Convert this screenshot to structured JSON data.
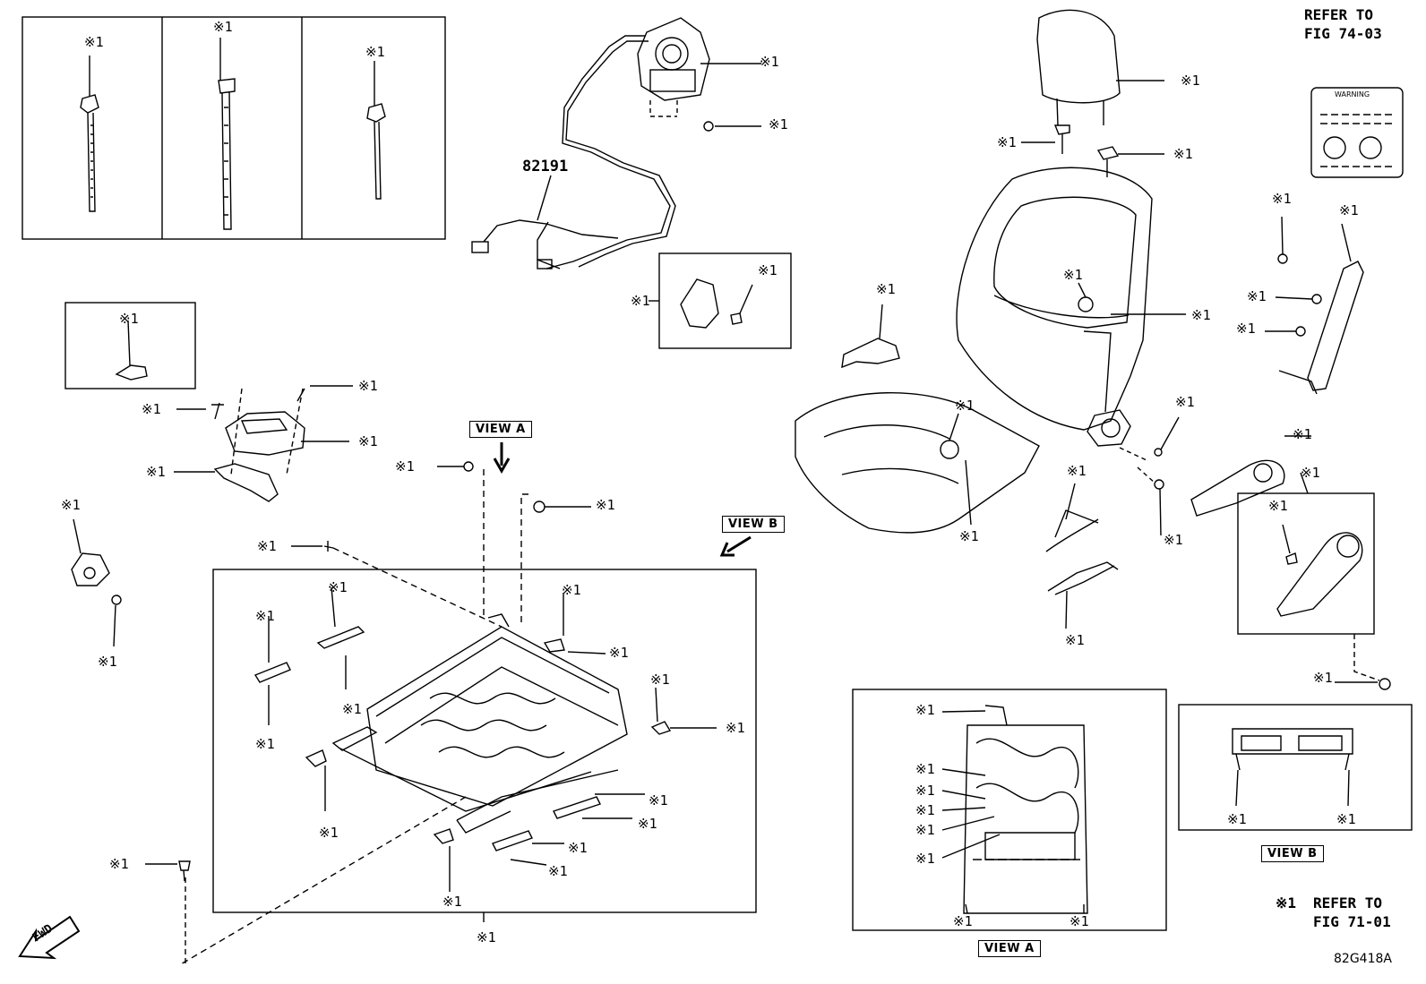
{
  "diagram": {
    "part_number": "82191",
    "ref_fig_74": [
      "REFER TO",
      "FIG 74-03"
    ],
    "ref_fig_71_mark": "※1",
    "ref_fig_71": [
      "REFER TO",
      "FIG 71-01"
    ],
    "figure_code": "82G418A",
    "fwd": "FWD",
    "view_a": "VIEW A",
    "view_b": "VIEW B",
    "warning_label": "WARNING",
    "callout": "※1",
    "colors": {
      "ink": "#000000",
      "paper": "#ffffff"
    }
  }
}
